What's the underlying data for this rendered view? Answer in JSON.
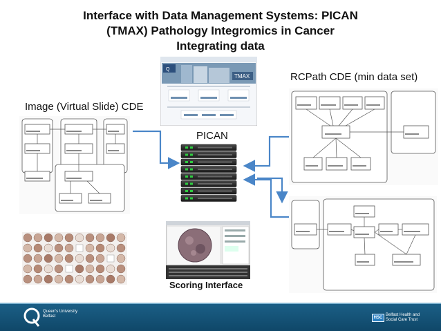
{
  "title": {
    "line1": "Interface with Data Management Systems: PICAN",
    "line2": "(TMAX) Pathology Integromics in Cancer",
    "line3": "Integrating data"
  },
  "labels": {
    "image_cde": "Image (Virtual Slide) CDE",
    "rcpath_cde": "RCPath CDE (min data set)",
    "pican": "PICAN",
    "scoring": "Scoring Interface"
  },
  "footer": {
    "left_logo": [
      "Queen's University",
      "Belfast"
    ],
    "right_logo_badge": "HSC",
    "right_logo": [
      "Belfast Health and",
      "Social Care Trust"
    ]
  },
  "colors": {
    "arrow": "#4a86c8",
    "footer": "#175a80",
    "server": "#2a2a2a",
    "server_led": "#2ecc40"
  },
  "icons": {
    "server": "server-rack-icon",
    "qub_logo": "queens-q-logo-icon",
    "hsc_logo": "hsc-logo-icon"
  }
}
